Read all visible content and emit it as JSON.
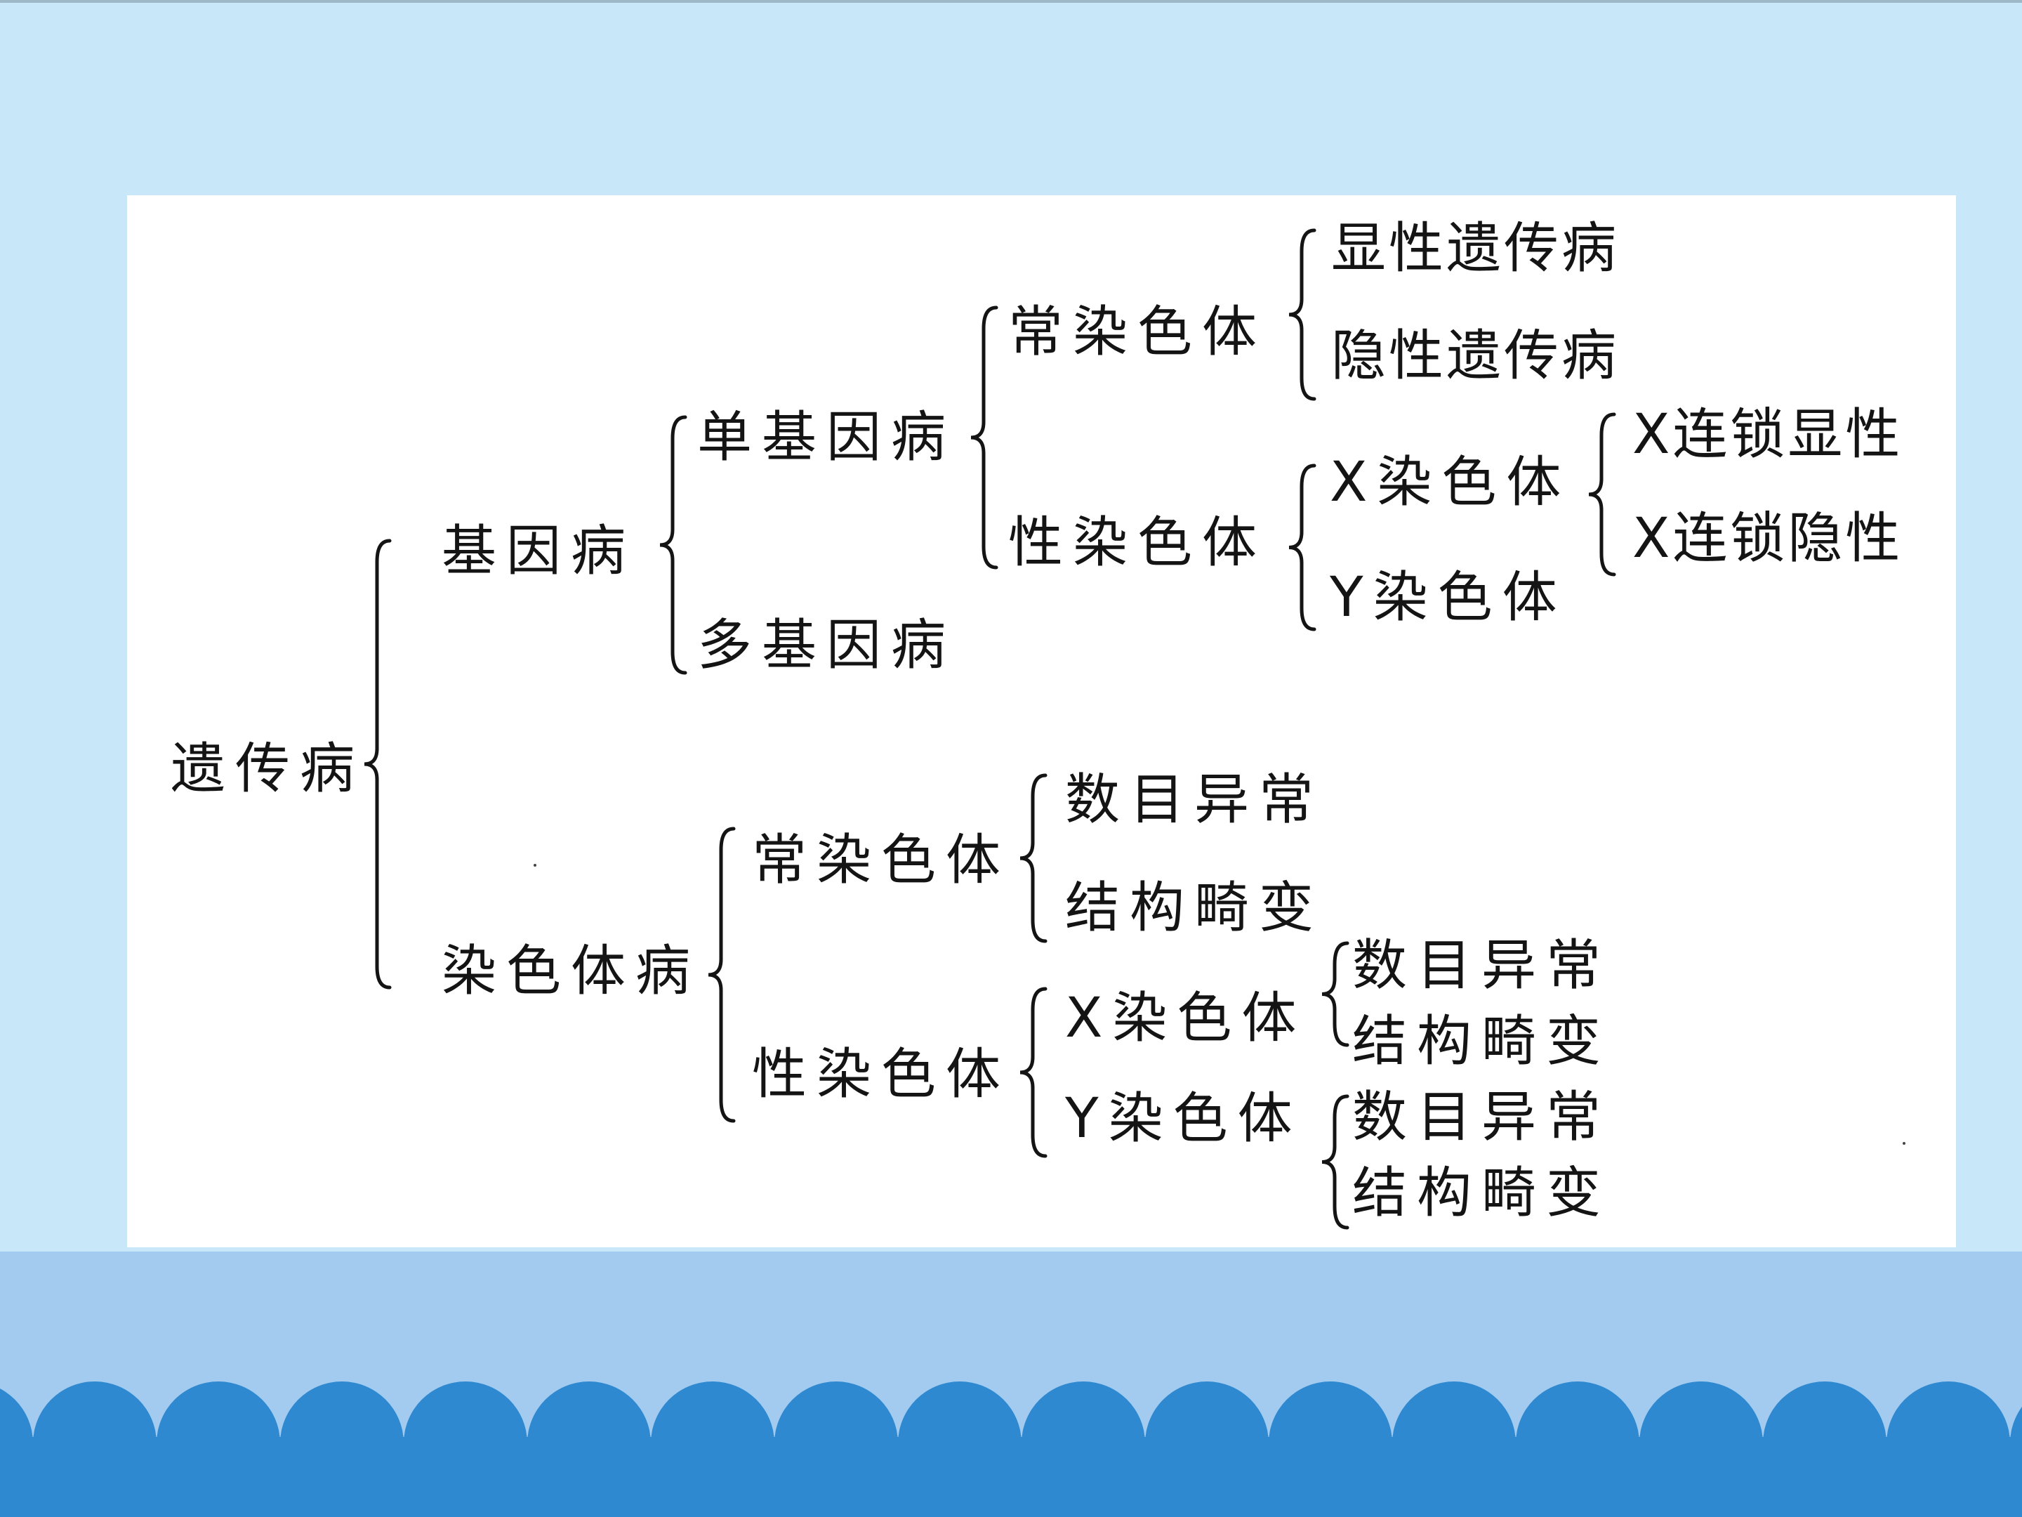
{
  "diagram": {
    "root": "遗传病",
    "gene_disease": {
      "label": "基因病",
      "single_gene": {
        "label": "单基因病",
        "autosomal": {
          "label": "常染色体",
          "dominant": "显性遗传病",
          "recessive": "隐性遗传病"
        },
        "sex_chromosome": {
          "label": "性染色体",
          "x": {
            "label": "X染色体",
            "dominant": "X连锁显性",
            "recessive": "X连锁隐性"
          },
          "y": {
            "label": "Y染色体"
          }
        }
      },
      "multi_gene": {
        "label": "多基因病"
      }
    },
    "chromosome_disease": {
      "label": "染色体病",
      "autosomal": {
        "label": "常染色体",
        "number": "数目异常",
        "structure": "结构畸变"
      },
      "sex_chromosome": {
        "label": "性染色体",
        "x": {
          "label": "X染色体",
          "number": "数目异常",
          "structure": "结构畸变"
        },
        "y": {
          "label": "Y染色体",
          "number": "数目异常",
          "structure": "结构畸变"
        }
      }
    }
  },
  "colors": {
    "background": "#c8e8fa",
    "bottom_band": "#a2cbef",
    "wave": "#2f89d0",
    "panel": "#ffffff",
    "text": "#141414"
  }
}
